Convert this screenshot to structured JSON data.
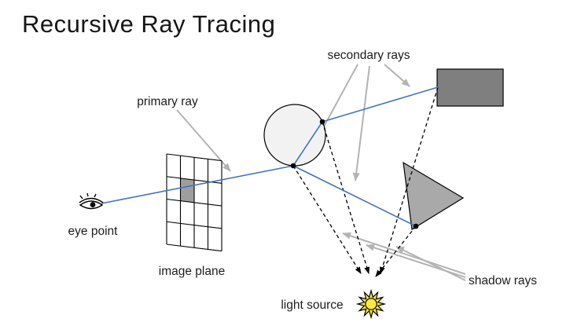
{
  "title": "Recursive Ray Tracing",
  "labels": {
    "primary_ray": "primary ray",
    "secondary_rays": "secondary rays",
    "shadow_rays": "shadow rays",
    "eye_point": "eye point",
    "image_plane": "image plane",
    "light_source": "light source"
  },
  "icons": {
    "eye_point": "eye-icon",
    "light_source": "sun-icon"
  },
  "colors": {
    "ray_blue": "#4472C4",
    "annotation_arrow_gray": "#B3B3B3",
    "shadow_ray_black": "#000000",
    "rectangle_fill": "#7F7F7F",
    "triangle_fill": "#A9A9A9",
    "sphere_fill": "#F2F2F2",
    "shaded_pixel_cell": "#9E9E9E",
    "sun_yellow": "#FFE93B",
    "title_text": "#161616"
  }
}
